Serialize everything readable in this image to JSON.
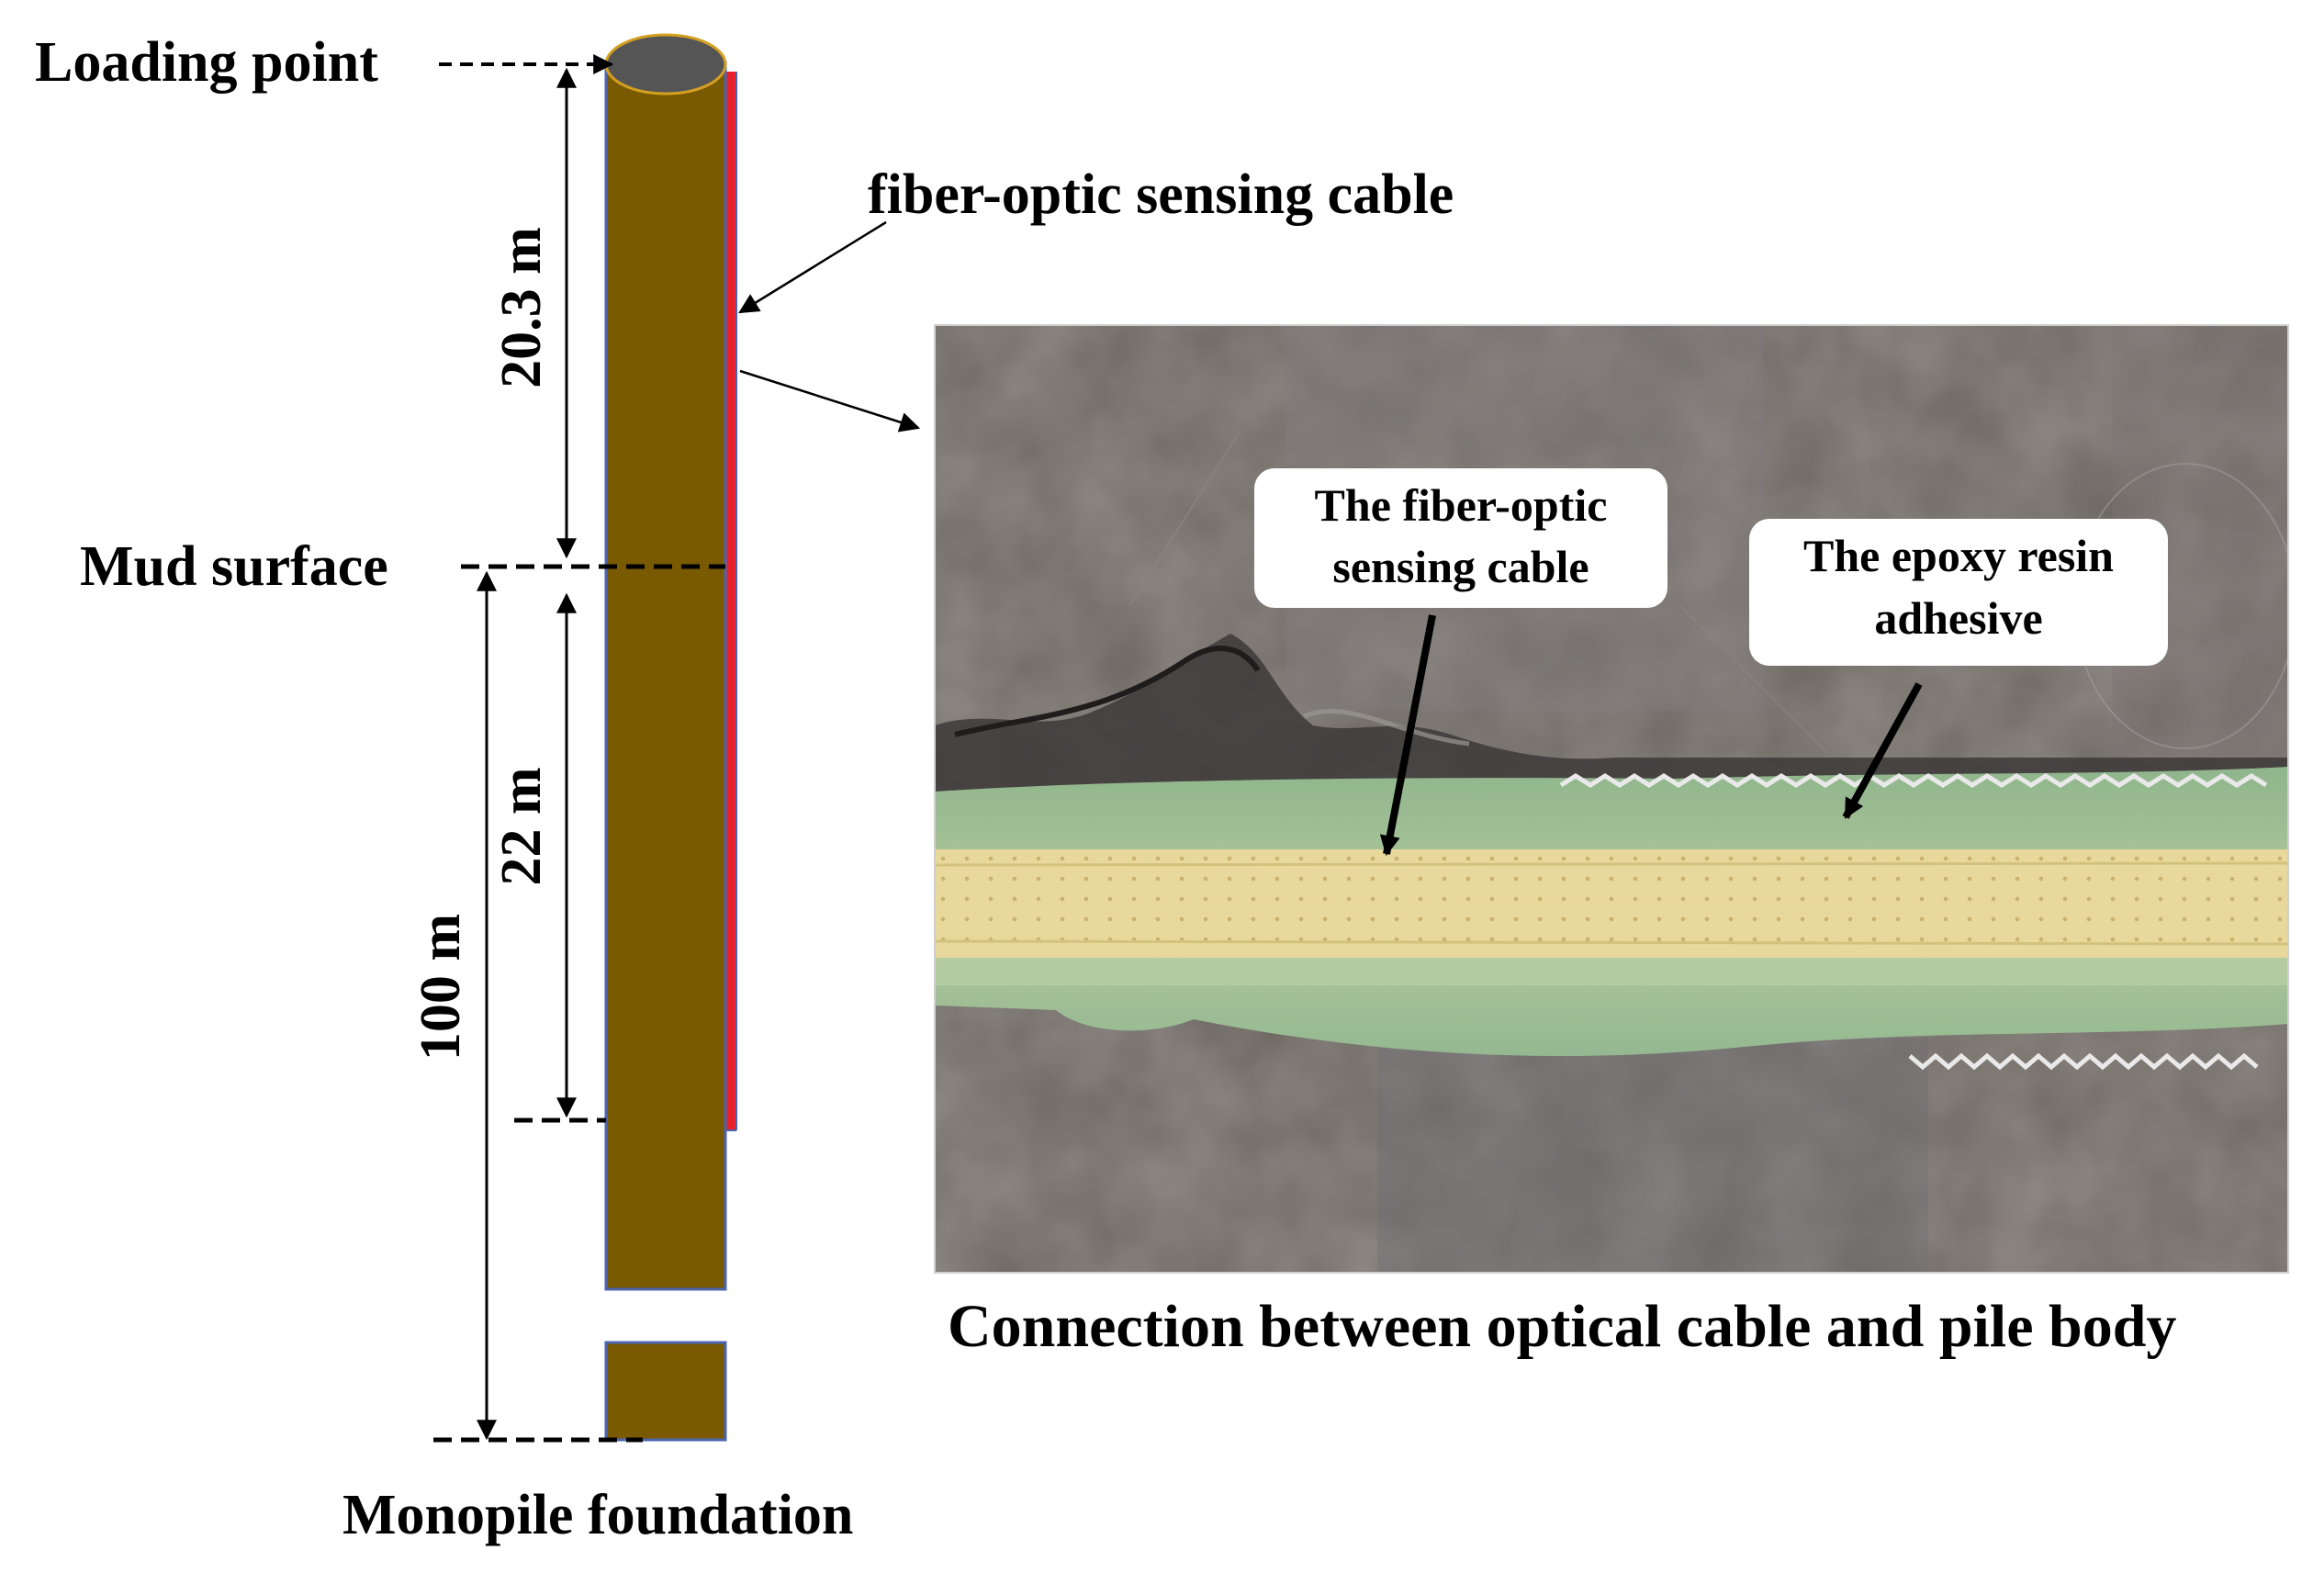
{
  "labels": {
    "loading_point": "Loading point",
    "mud_surface": "Mud surface",
    "monopile_foundation": "Monopile foundation",
    "fiber_optic_cable": "fiber-optic sensing cable",
    "dim_above_mud": "20.3 m",
    "dim_cable_below_mud": "22 m",
    "dim_total_below_mud": "100 m",
    "photo_caption": "Connection between optical cable and pile body",
    "callout_cable_line1": "The fiber-optic",
    "callout_cable_line2": "sensing cable",
    "callout_epoxy_line1": "The epoxy resin",
    "callout_epoxy_line2": "adhesive"
  },
  "colors": {
    "pile_fill": "#7a5a00",
    "pile_outline": "#4a66b0",
    "pile_top": "#555555",
    "cable": "#e8202a",
    "text": "#000000",
    "photo_background": "#6b6560",
    "epoxy": "#a9c59a",
    "tape": "#e7d79a"
  }
}
